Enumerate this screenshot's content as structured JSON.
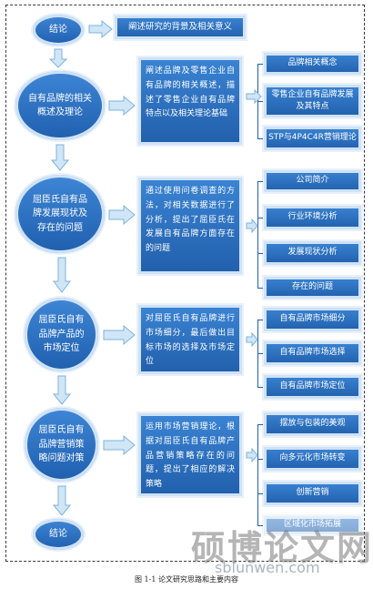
{
  "nodes": {
    "n1": "结论",
    "n2": "自有品牌的相关概述及理论",
    "n3": "屈臣氏自有品牌发展现状及存在的问题",
    "n4": "屈臣氏自有品牌产品的市场定位",
    "n5": "屈臣氏自有品牌营销策略问题对策",
    "n6": "结论"
  },
  "descriptions": {
    "d1": "阐述研究的背景及相关意义",
    "d2": "阐述品牌及零售企业自有品牌的相关概述，描述了零售企业自有品牌特点以及相关理论基础",
    "d3": "通过使用问卷调查的方法，对相关数据进行了分析，提出了屈臣氏在发展自有品牌方面存在的问题",
    "d4": "对屈臣氏自有品牌进行市场细分，最后做出目标市场的选择及市场定位",
    "d5": "运用市场营销理论，根据对屈臣氏自有品牌产品营销策略存在的问题，提出了相应的解决策略"
  },
  "items": {
    "g2": [
      "品牌相关概念",
      "零售企业自有品牌发展及其特点",
      "STP与4P4C4R营销理论"
    ],
    "g3": [
      "公司简介",
      "行业环境分析",
      "发展现状分析",
      "存在的问题"
    ],
    "g4": [
      "自有品牌市场细分",
      "自有品牌市场选择",
      "自有品牌市场定位"
    ],
    "g5": [
      "摆放与包装的美观",
      "向多元化市场转变",
      "创新营销",
      "区域化市场拓展"
    ]
  },
  "caption": "图 1-1 论文研究思路和主要内容",
  "watermark": {
    "main": "硕博论文网",
    "url": "sblunwen.com"
  },
  "colors": {
    "box": "#2a6cc0",
    "arrow": "#cfe6f7",
    "arrow_border": "#7fb2de"
  }
}
